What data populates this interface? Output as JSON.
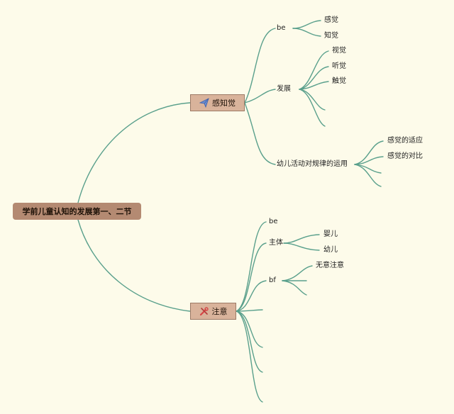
{
  "colors": {
    "background": "#fdfbea",
    "edge": "#5aa08c",
    "root_fill": "#b48a72",
    "main_fill": "#d9b39b"
  },
  "root": {
    "label": "学前儿童认知的发展第一、二节"
  },
  "perception": {
    "label": "感知觉",
    "icon": "paper-plane-icon",
    "be": {
      "label": "be",
      "children": [
        "感觉",
        "知觉"
      ]
    },
    "development": {
      "label": "发展",
      "children": [
        "视觉",
        "听觉",
        "触觉",
        "",
        ""
      ]
    },
    "activity_rules": {
      "label": "幼儿活动对规律的运用",
      "children": [
        "感觉的适应",
        "感觉的对比",
        "",
        ""
      ]
    }
  },
  "attention": {
    "label": "注意",
    "icon": "tools-icon",
    "be": {
      "label": "be"
    },
    "subject": {
      "label": "主体",
      "children": [
        "婴儿",
        "幼儿"
      ]
    },
    "bf": {
      "label": "bf",
      "children": [
        "无意注意",
        "",
        ""
      ]
    }
  }
}
